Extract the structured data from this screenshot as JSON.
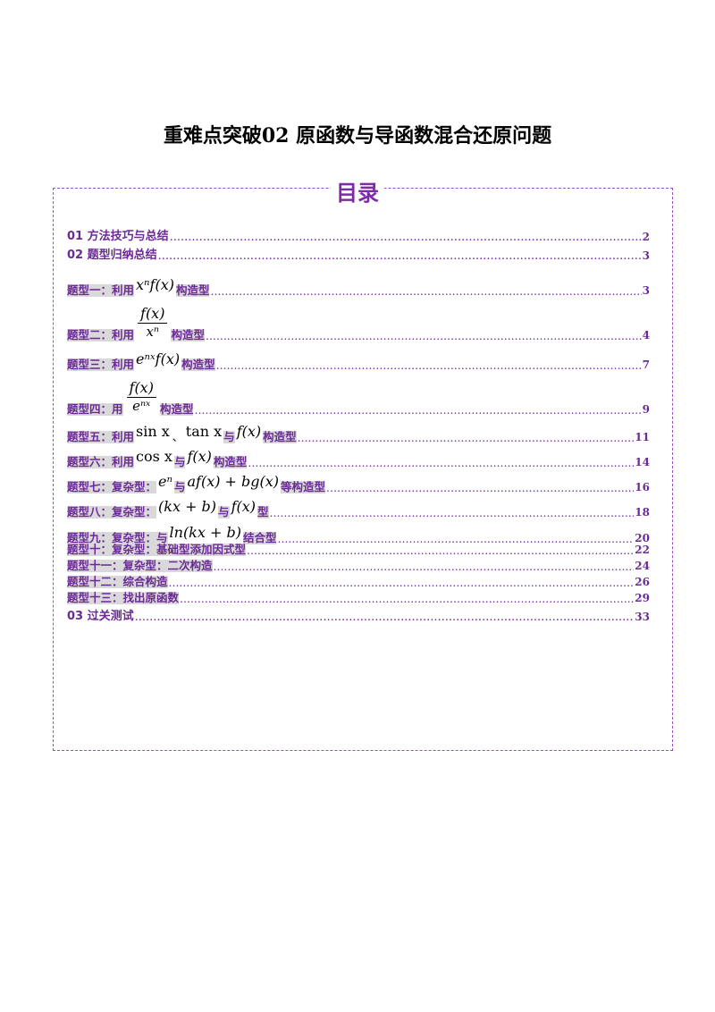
{
  "doc_title": "重难点突破02  原函数与导函数混合还原问题",
  "toc_heading": "目录",
  "entries": [
    {
      "label": "01 方法技巧与总结",
      "page": "2"
    },
    {
      "label": "02 题型归纳总结",
      "page": "3"
    },
    {
      "pre": "题型一：利用",
      "math": "xⁿf(x)",
      "post": "构造型",
      "page": "3"
    },
    {
      "pre": "题型二：利用",
      "num": "f(x)",
      "den": "xⁿ",
      "post": "构造型",
      "page": "4"
    },
    {
      "pre": "题型三：利用",
      "math": "eⁿˣf(x)",
      "post": "构造型",
      "page": "7"
    },
    {
      "pre": "题型四：用",
      "num": "f(x)",
      "den": "eⁿˣ",
      "post": "构造型",
      "page": "9"
    },
    {
      "pre": "题型五：利用",
      "m1": "sin x",
      "sep": "、",
      "m2": "tan x",
      "mid": "与",
      "m3": "f(x)",
      "post": "构造型",
      "page": "11"
    },
    {
      "pre": "题型六：利用",
      "m1": "cos x",
      "mid": "与",
      "m2": "f(x)",
      "post": "构造型",
      "page": "14"
    },
    {
      "pre": "题型七：复杂型：",
      "m1": "eⁿ",
      "mid": "与",
      "m2": "af(x) + bg(x)",
      "post": "等构造型",
      "page": "16"
    },
    {
      "pre": "题型八：复杂型：",
      "m1": "(kx + b)",
      "mid": "与",
      "m2": "f(x)",
      "post": "型",
      "page": "18"
    },
    {
      "pre": "题型九：复杂型：与",
      "m1": "ln(kx + b)",
      "post": "结合型",
      "page": "20"
    },
    {
      "label": "题型十：复杂型：基础型添加因式型",
      "page": "22"
    },
    {
      "label": "题型十一：复杂型：二次构造",
      "page": "24"
    },
    {
      "label": "题型十二：综合构造",
      "page": "26"
    },
    {
      "label": "题型十三：找出原函数",
      "page": "29"
    },
    {
      "label": "03 过关测试",
      "page": "33"
    }
  ]
}
